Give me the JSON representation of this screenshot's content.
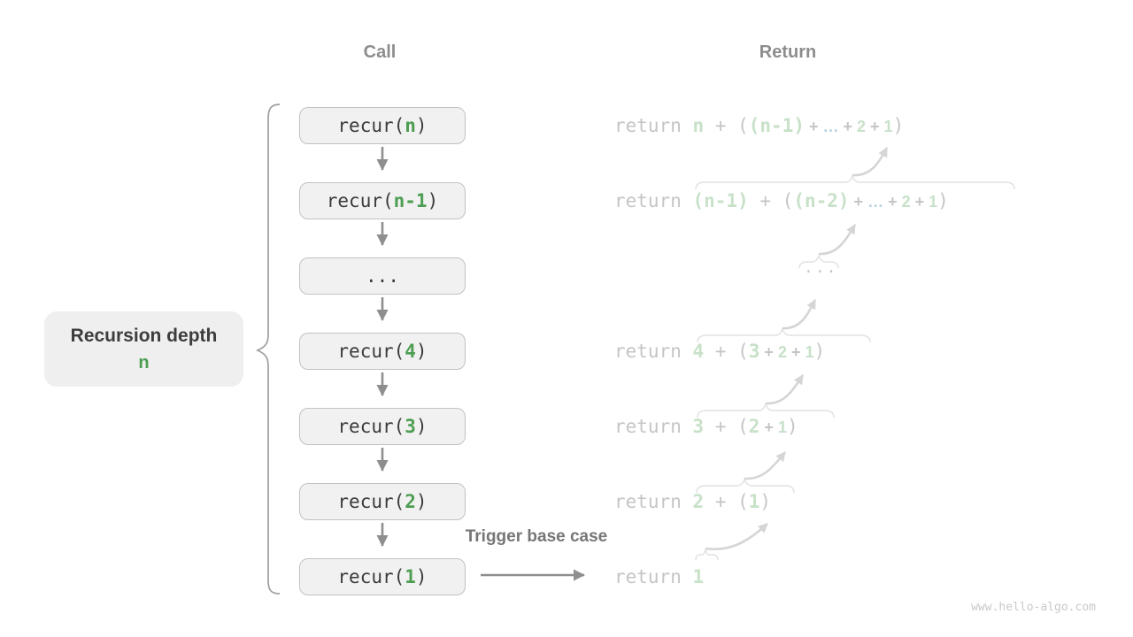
{
  "headers": {
    "call": "Call",
    "return": "Return"
  },
  "depth_label": {
    "title": "Recursion depth",
    "value": "n"
  },
  "trigger_label": "Trigger base case",
  "watermark": "www.hello-algo.com",
  "return_ellipsis": "...",
  "colors": {
    "header_gray": "#8d8d8d",
    "box_fill": "#f1f1f1",
    "box_border": "#c2c2c2",
    "code_dark": "#3b3b3b",
    "code_green": "#4d9e52",
    "arrow_gray": "#8e8e8e",
    "trigger_gray": "#767676",
    "brace_gray": "#9e9e9e",
    "label_fill": "#efefef",
    "label_text": "#3d3d3d",
    "faded_gray": "#c5c5c5",
    "faded_green": "#c8e1c9",
    "faded_blue": "#b7d4de",
    "faded_brace": "#e2e2e2",
    "faded_arrow": "#d5d5d5",
    "watermark_gray": "#c9c9c9"
  },
  "call_boxes": [
    {
      "tokens": [
        {
          "t": "recur(",
          "k": "dark"
        },
        {
          "t": "n",
          "k": "green"
        },
        {
          "t": ")",
          "k": "dark"
        }
      ]
    },
    {
      "tokens": [
        {
          "t": "recur(",
          "k": "dark"
        },
        {
          "t": "n-1",
          "k": "green"
        },
        {
          "t": ")",
          "k": "dark"
        }
      ]
    },
    {
      "tokens": [
        {
          "t": "...",
          "k": "dark"
        }
      ]
    },
    {
      "tokens": [
        {
          "t": "recur(",
          "k": "dark"
        },
        {
          "t": "4",
          "k": "green"
        },
        {
          "t": ")",
          "k": "dark"
        }
      ]
    },
    {
      "tokens": [
        {
          "t": "recur(",
          "k": "dark"
        },
        {
          "t": "3",
          "k": "green"
        },
        {
          "t": ")",
          "k": "dark"
        }
      ]
    },
    {
      "tokens": [
        {
          "t": "recur(",
          "k": "dark"
        },
        {
          "t": "2",
          "k": "green"
        },
        {
          "t": ")",
          "k": "dark"
        }
      ]
    },
    {
      "tokens": [
        {
          "t": "recur(",
          "k": "dark"
        },
        {
          "t": "1",
          "k": "green"
        },
        {
          "t": ")",
          "k": "dark"
        }
      ]
    }
  ],
  "return_lines": [
    {
      "tokens": [
        {
          "t": "return ",
          "k": "rg"
        },
        {
          "t": "n",
          "k": "rgn"
        },
        {
          "t": " + ",
          "k": "rg"
        },
        {
          "t": "(",
          "k": "rg"
        },
        {
          "t": "(n-1)",
          "k": "rgn"
        },
        {
          "t": " + ",
          "k": "rg",
          "f": "sans"
        },
        {
          "t": "…",
          "k": "rb",
          "f": "sans"
        },
        {
          "t": " + ",
          "k": "rg",
          "f": "sans"
        },
        {
          "t": "2",
          "k": "rgn",
          "f": "sans"
        },
        {
          "t": " + ",
          "k": "rg",
          "f": "sans"
        },
        {
          "t": "1",
          "k": "rgn",
          "f": "sans"
        },
        {
          "t": ")",
          "k": "rg"
        }
      ]
    },
    {
      "tokens": [
        {
          "t": "return ",
          "k": "rg"
        },
        {
          "t": "(n-1)",
          "k": "rgn"
        },
        {
          "t": " + ",
          "k": "rg"
        },
        {
          "t": "(",
          "k": "rg"
        },
        {
          "t": "(n-2)",
          "k": "rgn"
        },
        {
          "t": " + ",
          "k": "rg",
          "f": "sans"
        },
        {
          "t": "…",
          "k": "rb",
          "f": "sans"
        },
        {
          "t": " + ",
          "k": "rg",
          "f": "sans"
        },
        {
          "t": "2",
          "k": "rgn",
          "f": "sans"
        },
        {
          "t": " + ",
          "k": "rg",
          "f": "sans"
        },
        {
          "t": "1",
          "k": "rgn",
          "f": "sans"
        },
        {
          "t": ")",
          "k": "rg"
        }
      ]
    },
    {
      "tokens": [
        {
          "t": "return ",
          "k": "rg"
        },
        {
          "t": "4",
          "k": "rgn"
        },
        {
          "t": " + ",
          "k": "rg"
        },
        {
          "t": "(",
          "k": "rg"
        },
        {
          "t": "3",
          "k": "rgn"
        },
        {
          "t": " + ",
          "k": "rg",
          "f": "sans"
        },
        {
          "t": "2",
          "k": "rgn",
          "f": "sans"
        },
        {
          "t": " + ",
          "k": "rg",
          "f": "sans"
        },
        {
          "t": "1",
          "k": "rgn",
          "f": "sans"
        },
        {
          "t": ")",
          "k": "rg"
        }
      ]
    },
    {
      "tokens": [
        {
          "t": "return ",
          "k": "rg"
        },
        {
          "t": "3",
          "k": "rgn"
        },
        {
          "t": " + ",
          "k": "rg"
        },
        {
          "t": "(",
          "k": "rg"
        },
        {
          "t": "2",
          "k": "rgn"
        },
        {
          "t": " + ",
          "k": "rg",
          "f": "sans"
        },
        {
          "t": "1",
          "k": "rgn",
          "f": "sans"
        },
        {
          "t": ")",
          "k": "rg"
        }
      ]
    },
    {
      "tokens": [
        {
          "t": "return ",
          "k": "rg"
        },
        {
          "t": "2",
          "k": "rgn"
        },
        {
          "t": " + ",
          "k": "rg"
        },
        {
          "t": "(",
          "k": "rg"
        },
        {
          "t": "1",
          "k": "rgn"
        },
        {
          "t": ")",
          "k": "rg"
        }
      ]
    },
    {
      "tokens": [
        {
          "t": "return ",
          "k": "rg"
        },
        {
          "t": "1",
          "k": "rgn"
        }
      ]
    }
  ]
}
